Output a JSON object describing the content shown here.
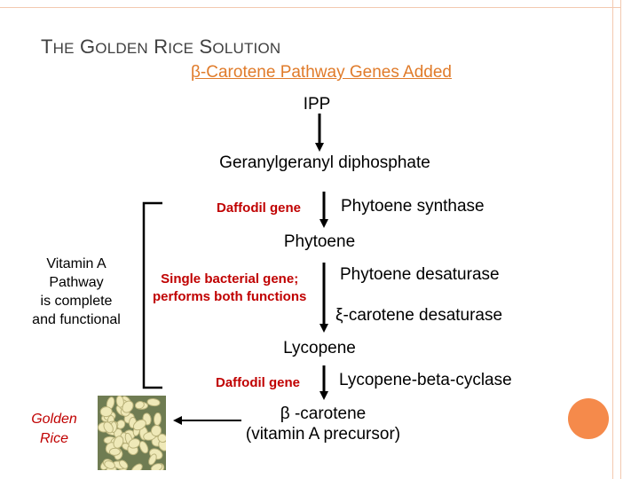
{
  "title": {
    "first_letter_1": "T",
    "rest_1": "HE",
    "first_letter_2": "G",
    "rest_2": "OLDEN",
    "first_letter_3": "R",
    "rest_3": "ICE",
    "first_letter_4": "S",
    "rest_4": "OLUTION"
  },
  "subtitle": "β-Carotene Pathway Genes Added",
  "pathway": {
    "ipp": "IPP",
    "ggpp": "Geranylgeranyl diphosphate",
    "phytoene": "Phytoene",
    "lycopene": "Lycopene",
    "beta_carotene_line1": "β -carotene",
    "beta_carotene_line2": "(vitamin A precursor)"
  },
  "genes": {
    "daffodil_1": "Daffodil gene",
    "bacterial_line1": "Single bacterial gene;",
    "bacterial_line2": "performs both functions",
    "daffodil_2": "Daffodil gene"
  },
  "enzymes": {
    "phytoene_synthase": "Phytoene synthase",
    "phytoene_desaturase": "Phytoene desaturase",
    "zeta_desaturase": "ξ-carotene desaturase",
    "lycopene_cyclase": "Lycopene-beta-cyclase"
  },
  "left_label": {
    "line1": "Vitamin A",
    "line2": "Pathway",
    "line3": "is complete",
    "line4": "and functional"
  },
  "golden_rice": {
    "line1": "Golden",
    "line2": "Rice"
  },
  "colors": {
    "accent_orange": "#e07b2a",
    "gene_red": "#c00000",
    "frame": "#f3c9b0",
    "dot": "#f58a4b"
  }
}
